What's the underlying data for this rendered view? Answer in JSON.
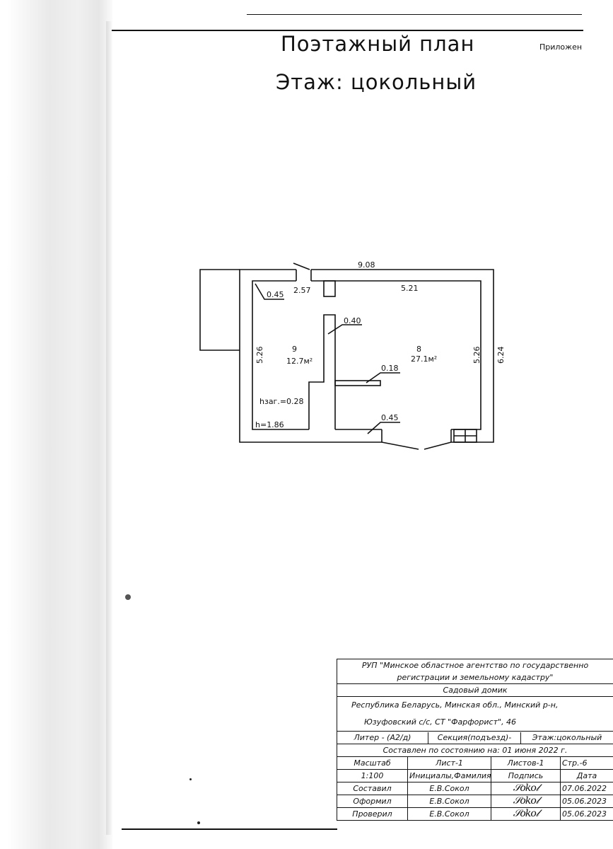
{
  "header": {
    "title": "Поэтажный план",
    "subtitle": "Этаж: цокольный",
    "appendix": "Приложен"
  },
  "plan": {
    "overall_width": "9.08",
    "room9_width": "2.57",
    "room8_width": "5.21",
    "wall_045_top": "0.45",
    "wall_040": "0.40",
    "wall_018": "0.18",
    "wall_045_bottom": "0.45",
    "left_height": "5.26",
    "right_inner_height": "5.26",
    "right_outer_height": "6.24",
    "room9_number": "9",
    "room9_area": "12.7м²",
    "room8_number": "8",
    "room8_area": "27.1м²",
    "depth_label": "hзаг.=0.28",
    "height_label": "h=1.86"
  },
  "stamp": {
    "org": "РУП \"Минское областное агентство по государственно",
    "org2": "регистрации и земельному кадастру\"",
    "object": "Садовый домик",
    "address1": "Республика Беларусь, Минская обл., Минский р-н,",
    "address2": "Юзуфовский с/с, СТ \"Фарфорист\", 46",
    "liter": "Литер - (А2/д)",
    "section": "Секция(подъезд)-",
    "floor": "Этаж:цокольный",
    "state_date": "Составлен по состоянию на: 01 июня 2022 г.",
    "headers": [
      "Масштаб",
      "Лист-1",
      "Листов-1",
      "Стр.-6"
    ],
    "headers2": [
      "1:100",
      "Инициалы,Фамилия",
      "Подпись",
      "Дата"
    ],
    "rows": [
      {
        "role": "Составил",
        "name": "Е.В.Сокол",
        "date": "07.06.2022"
      },
      {
        "role": "Оформил",
        "name": "Е.В.Сокол",
        "date": "05.06.2023"
      },
      {
        "role": "Проверил",
        "name": "Е.В.Сокол",
        "date": "05.06.2023"
      }
    ]
  }
}
